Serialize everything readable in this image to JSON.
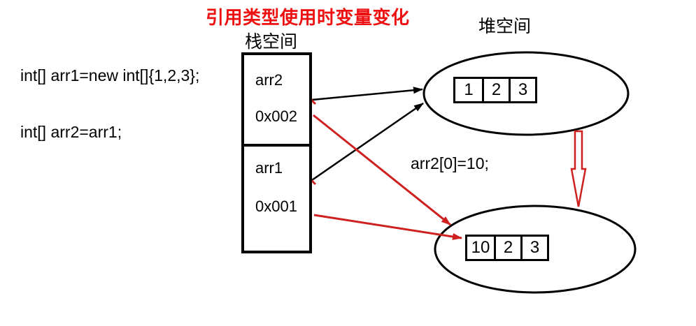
{
  "colors": {
    "title-red": "#ee1111",
    "accent-red": "#cf2020",
    "ink": "#000000"
  },
  "title": "引用类型使用时变量变化",
  "labels": {
    "stack_space": "栈空间",
    "heap_space": "堆空间"
  },
  "code": {
    "line1": "int[] arr1=new int[]{1,2,3};",
    "line2": "int[] arr2=arr1;",
    "assignment": "arr2[0]=10;"
  },
  "stack": {
    "slots": [
      {
        "name": "arr2",
        "address": "0x002"
      },
      {
        "name": "arr1",
        "address": "0x001"
      }
    ]
  },
  "heap": {
    "original_array": {
      "values": [
        "1",
        "2",
        "3"
      ]
    },
    "modified_array": {
      "values": [
        "10",
        "2",
        "3"
      ]
    }
  }
}
